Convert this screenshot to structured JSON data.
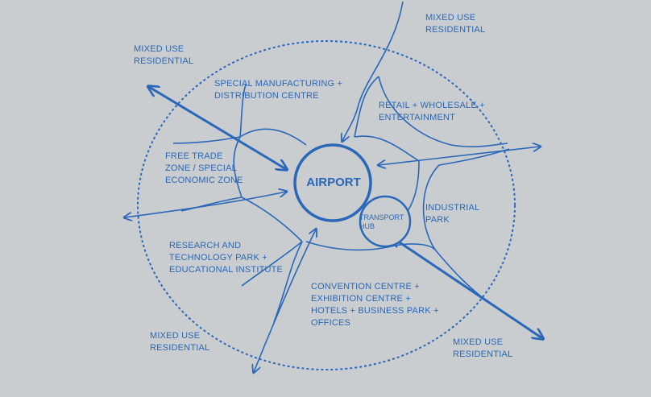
{
  "diagram": {
    "center": {
      "label": "AIRPORT"
    },
    "hub": {
      "lines": [
        "TRANSPORT",
        "HUB"
      ]
    },
    "zones": [
      {
        "id": "special-manufacturing",
        "lines": [
          "SPECIAL MANUFACTURING +",
          "DISTRIBUTION CENTRE"
        ]
      },
      {
        "id": "retail",
        "lines": [
          "RETAIL + WHOLESALE +",
          "ENTERTAINMENT"
        ]
      },
      {
        "id": "free-trade",
        "lines": [
          "FREE TRADE",
          "ZONE / SPECIAL",
          "ECONOMIC ZONE"
        ]
      },
      {
        "id": "industrial",
        "lines": [
          "INDUSTRIAL",
          "PARK"
        ]
      },
      {
        "id": "research",
        "lines": [
          "RESEARCH AND",
          "TECHNOLOGY PARK +",
          "EDUCATIONAL INSTITUTE"
        ]
      },
      {
        "id": "convention",
        "lines": [
          "CONVENTION CENTRE +",
          "EXHIBITION CENTRE +",
          "HOTELS + BUSINESS PARK +",
          "OFFICES"
        ]
      }
    ],
    "outer_labels": [
      {
        "id": "top-left",
        "lines": [
          "MIXED USE",
          "RESIDENTIAL"
        ]
      },
      {
        "id": "top-right",
        "lines": [
          "MIXED USE",
          "RESIDENTIAL"
        ]
      },
      {
        "id": "bottom-left",
        "lines": [
          "MIXED USE",
          "RESIDENTIAL"
        ]
      },
      {
        "id": "bottom-right",
        "lines": [
          "MIXED USE",
          "RESIDENTIAL"
        ]
      }
    ],
    "colors": {
      "ink": "#2a67b8",
      "background": "#c9cdd0"
    }
  }
}
